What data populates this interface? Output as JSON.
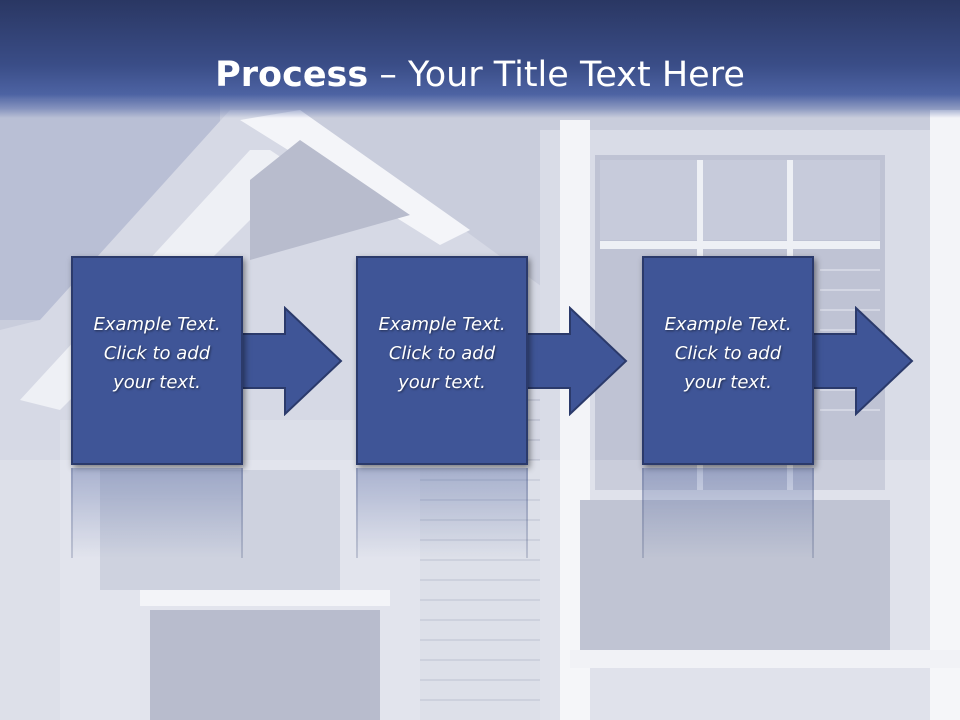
{
  "slide": {
    "title_bold": "Process",
    "title_rest": " – Your Title Text Here"
  },
  "steps": [
    {
      "line1": "Example Text.",
      "line2": "Click  to add",
      "line3": "your text."
    },
    {
      "line1": "Example Text.",
      "line2": "Click  to add",
      "line3": "your text."
    },
    {
      "line1": "Example Text.",
      "line2": "Click  to add",
      "line3": "your text."
    }
  ],
  "colors": {
    "header": "#2e3d6e",
    "box": "#3f5597",
    "box_border": "#2b3a6b",
    "text": "#ffffff"
  }
}
